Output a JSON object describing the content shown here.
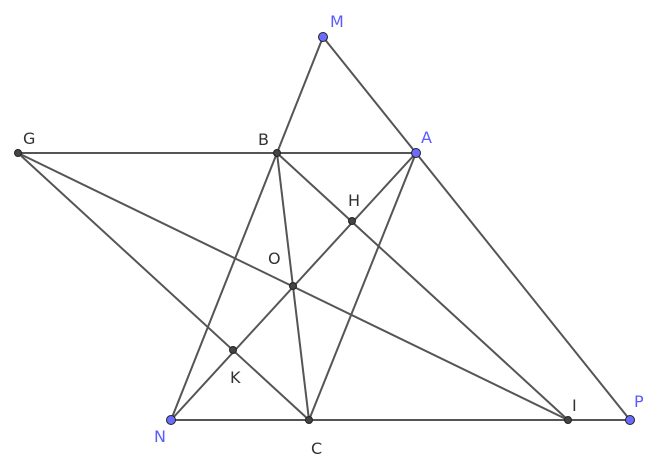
{
  "points": [
    {
      "id": "M",
      "label": "M",
      "kind": "free"
    },
    {
      "id": "A",
      "label": "A",
      "kind": "free"
    },
    {
      "id": "B",
      "label": "B",
      "kind": "dependent"
    },
    {
      "id": "G",
      "label": "G",
      "kind": "dependent"
    },
    {
      "id": "H",
      "label": "H",
      "kind": "dependent"
    },
    {
      "id": "O",
      "label": "O",
      "kind": "dependent"
    },
    {
      "id": "K",
      "label": "K",
      "kind": "dependent"
    },
    {
      "id": "N",
      "label": "N",
      "kind": "free"
    },
    {
      "id": "C",
      "label": "C",
      "kind": "dependent"
    },
    {
      "id": "I",
      "label": "I",
      "kind": "dependent"
    },
    {
      "id": "P",
      "label": "P",
      "kind": "free"
    }
  ],
  "segments": [
    [
      "M",
      "N"
    ],
    [
      "M",
      "P"
    ],
    [
      "G",
      "A"
    ],
    [
      "N",
      "P"
    ],
    [
      "B",
      "C"
    ],
    [
      "A",
      "C"
    ],
    [
      "A",
      "N"
    ],
    [
      "B",
      "I"
    ],
    [
      "G",
      "I"
    ],
    [
      "G",
      "C"
    ]
  ],
  "colors": {
    "line": "#555555",
    "free_point": "#6b6bff",
    "free_label": "#5b5bff",
    "dependent_point": "#444444",
    "dependent_label": "#333333"
  }
}
